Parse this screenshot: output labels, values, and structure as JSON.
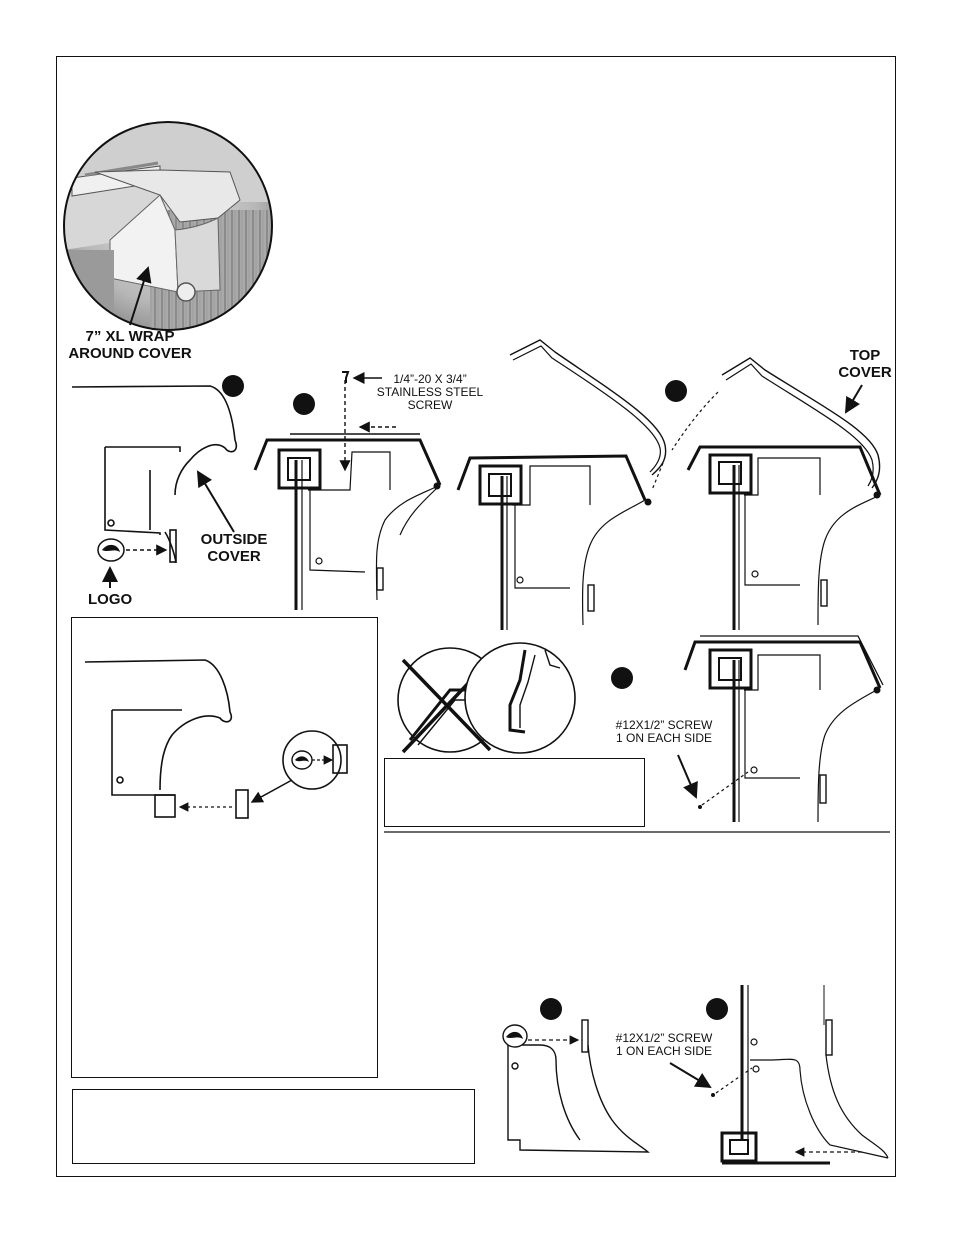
{
  "labels": {
    "wrap_cover_1": "7” XL WRAP",
    "wrap_cover_2": "AROUND COVER",
    "outside_cover_1": "OUTSIDE",
    "outside_cover_2": "COVER",
    "logo": "LOGO",
    "top_cover_1": "TOP",
    "top_cover_2": "COVER",
    "ss_screw_1": "1/4”-20 X 3/4”",
    "ss_screw_2": "STAINLESS STEEL",
    "ss_screw_3": "SCREW",
    "screw12_a_1": "#12X1/2” SCREW",
    "screw12_a_2": "1 ON EACH SIDE",
    "screw12_b_1": "#12X1/2” SCREW",
    "screw12_b_2": "1 ON EACH SIDE"
  },
  "colors": {
    "ink": "#111111",
    "paper": "#ffffff",
    "photo_bg": "#bdbdbd"
  }
}
